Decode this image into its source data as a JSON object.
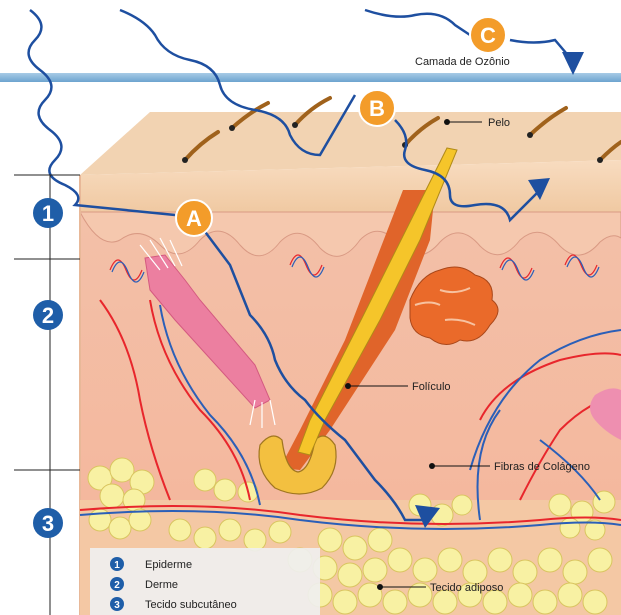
{
  "badges": {
    "a": "A",
    "b": "B",
    "c": "C"
  },
  "labels": {
    "ozone": "Camada de Ozônio",
    "hair": "Pelo",
    "follicle": "Folículo",
    "collagen": "Fibras de Colágeno",
    "adipose": "Tecido adiposo"
  },
  "layer_numbers": [
    "1",
    "2",
    "3"
  ],
  "legend": [
    {
      "num": "1",
      "text": "Epiderme"
    },
    {
      "num": "2",
      "text": "Derme"
    },
    {
      "num": "3",
      "text": "Tecido subcutâneo"
    }
  ],
  "colors": {
    "uv_ray": "#1e4fa0",
    "badge": "#f39c2a",
    "layer_marker": "#1f5ea8",
    "ozone": "#7fb2d8",
    "epidermis": "#f6d6b3",
    "dermis": "#f2b8a0",
    "hair_shaft": "#f0c020",
    "follicle_sheath": "#e0642a",
    "fat": "#f7ef9e",
    "artery": "#e8262c",
    "vein": "#2b5fb8"
  }
}
